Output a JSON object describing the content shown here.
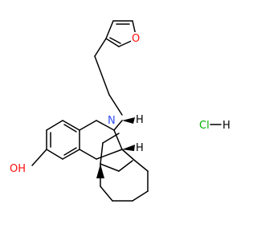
{
  "molecule": {
    "atoms": {
      "furan_oxygen": "O",
      "amine_nitrogen": "N",
      "hydroxyl": "OH",
      "salt": "Cl",
      "salt_hydrogen": "H",
      "stereo_h_top": "H",
      "stereo_h_mid": "H"
    },
    "colors": {
      "bond": "#000000",
      "oxygen": "#ff0d0d",
      "nitrogen": "#304ff7",
      "chlorine": "#00b000"
    }
  }
}
